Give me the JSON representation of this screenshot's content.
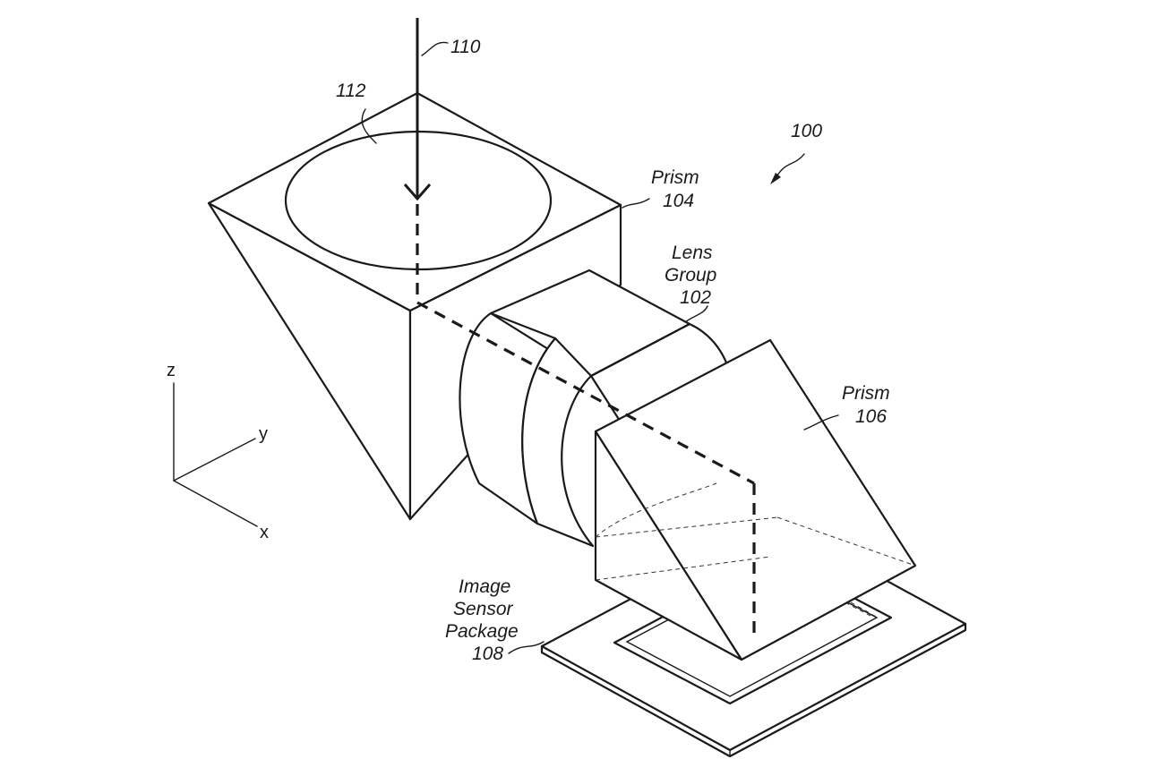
{
  "labels": {
    "ref_110": "110",
    "ref_112": "112",
    "ref_100": "100",
    "prism_104_name": "Prism",
    "prism_104_num": "104",
    "lens_line1": "Lens",
    "lens_line2": "Group",
    "lens_num": "102",
    "prism_106_name": "Prism",
    "prism_106_num": "106",
    "sensor_line1": "Image",
    "sensor_line2": "Sensor",
    "sensor_line3": "Package",
    "sensor_num": "108"
  },
  "axes": {
    "z": "z",
    "y": "y",
    "x": "x"
  }
}
